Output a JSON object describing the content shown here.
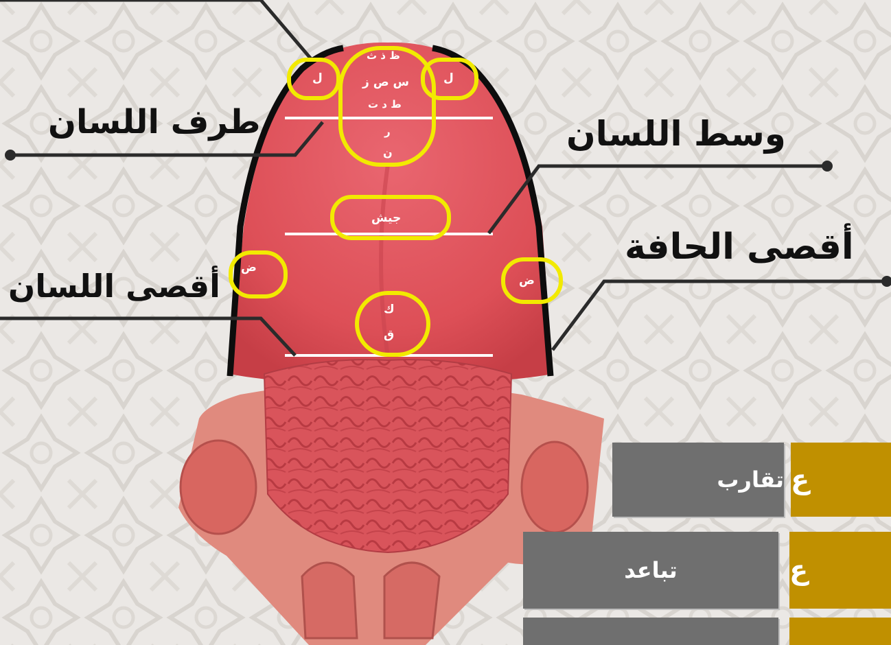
{
  "labels": {
    "tip": "طرف اللسان",
    "middle": "وسط اللسان",
    "back": "أقصى اللسان",
    "edge": "أقصى الحافة"
  },
  "letters": {
    "lam_left": "ل",
    "lam_right": "ل",
    "tip_line1": "ظ ذ ث",
    "tip_line2": "س ص ز",
    "tip_line3": "ط د ت",
    "tip_line4": "ر",
    "tip_line5": "ن",
    "middle": "جيش",
    "dad_left": "ض",
    "dad_right": "ض",
    "back_line1": "ك",
    "back_line2": "ق"
  },
  "boxes": {
    "row1": "تقارب",
    "row2": "تباعد",
    "row3": "",
    "gold1": "ع",
    "gold2": "ع"
  },
  "colors": {
    "tongue": "#e0545a",
    "highlight": "#f2ea00",
    "outline": "#0d0d0d",
    "gray_box": "#6f6f6f",
    "gold_box": "#c09000"
  }
}
